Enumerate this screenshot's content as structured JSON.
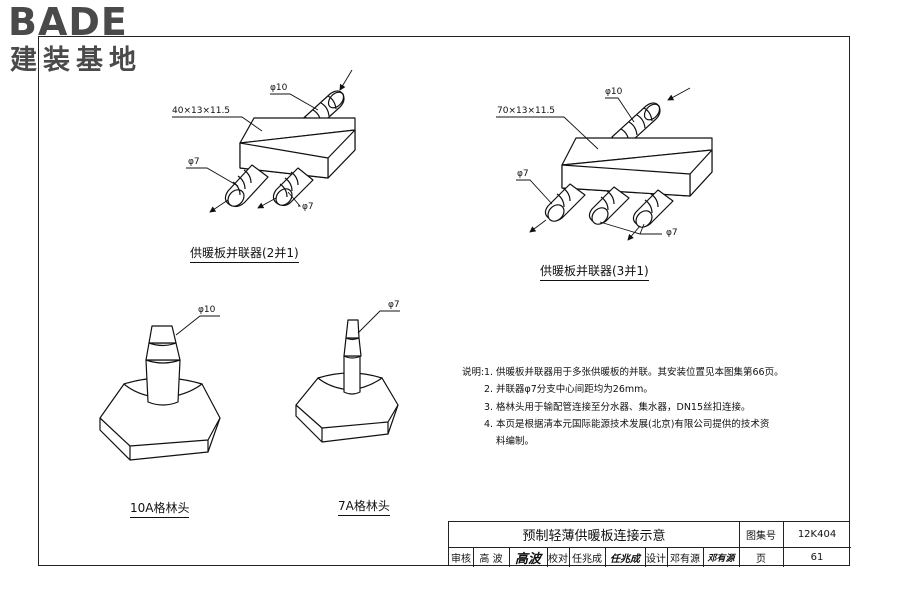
{
  "logo": {
    "word": "BADE",
    "subtitle": "建装基地"
  },
  "diagram": {
    "top_left": {
      "size_label": "40×13×11.5",
      "inlet_label": "φ10",
      "branch_label_left": "φ7",
      "branch_label_right": "φ7",
      "caption": "供暖板并联器(2并1)"
    },
    "top_right": {
      "size_label": "70×13×11.5",
      "inlet_label": "φ10",
      "branch_label_left": "φ7",
      "branch_label_right": "φ7",
      "caption": "供暖板并联器(3并1)"
    },
    "bottom_left": {
      "pipe_label": "φ10",
      "caption": "10A格林头"
    },
    "bottom_right": {
      "pipe_label": "φ7",
      "caption": "7A格林头"
    }
  },
  "notes": {
    "heading": "说明:",
    "items": [
      {
        "num": "1.",
        "text": "供暖板并联器用于多张供暖板的并联。其安装位置见本图集第66页。"
      },
      {
        "num": "2.",
        "text": "并联器φ7分支中心间距均为26mm。"
      },
      {
        "num": "3.",
        "text": "格林头用于输配管连接至分水器、集水器，DN15丝扣连接。"
      },
      {
        "num": "4.",
        "text": "本页是根据清本元国际能源技术发展(北京)有限公司提供的技术资"
      },
      {
        "num": "",
        "text": "料编制。"
      }
    ]
  },
  "title_block": {
    "title": "预制轻薄供暖板连接示意",
    "atlas_label": "图集号",
    "atlas_no": "12K404",
    "review_label": "审核",
    "reviewer": "高 波",
    "reviewer_sign": "高波",
    "check_label": "校对",
    "checker": "任兆成",
    "checker_sign": "任兆成",
    "design_label": "设计",
    "designer": "邓有源",
    "designer_sign": "邓有源",
    "page_label": "页",
    "page_no": "61"
  }
}
